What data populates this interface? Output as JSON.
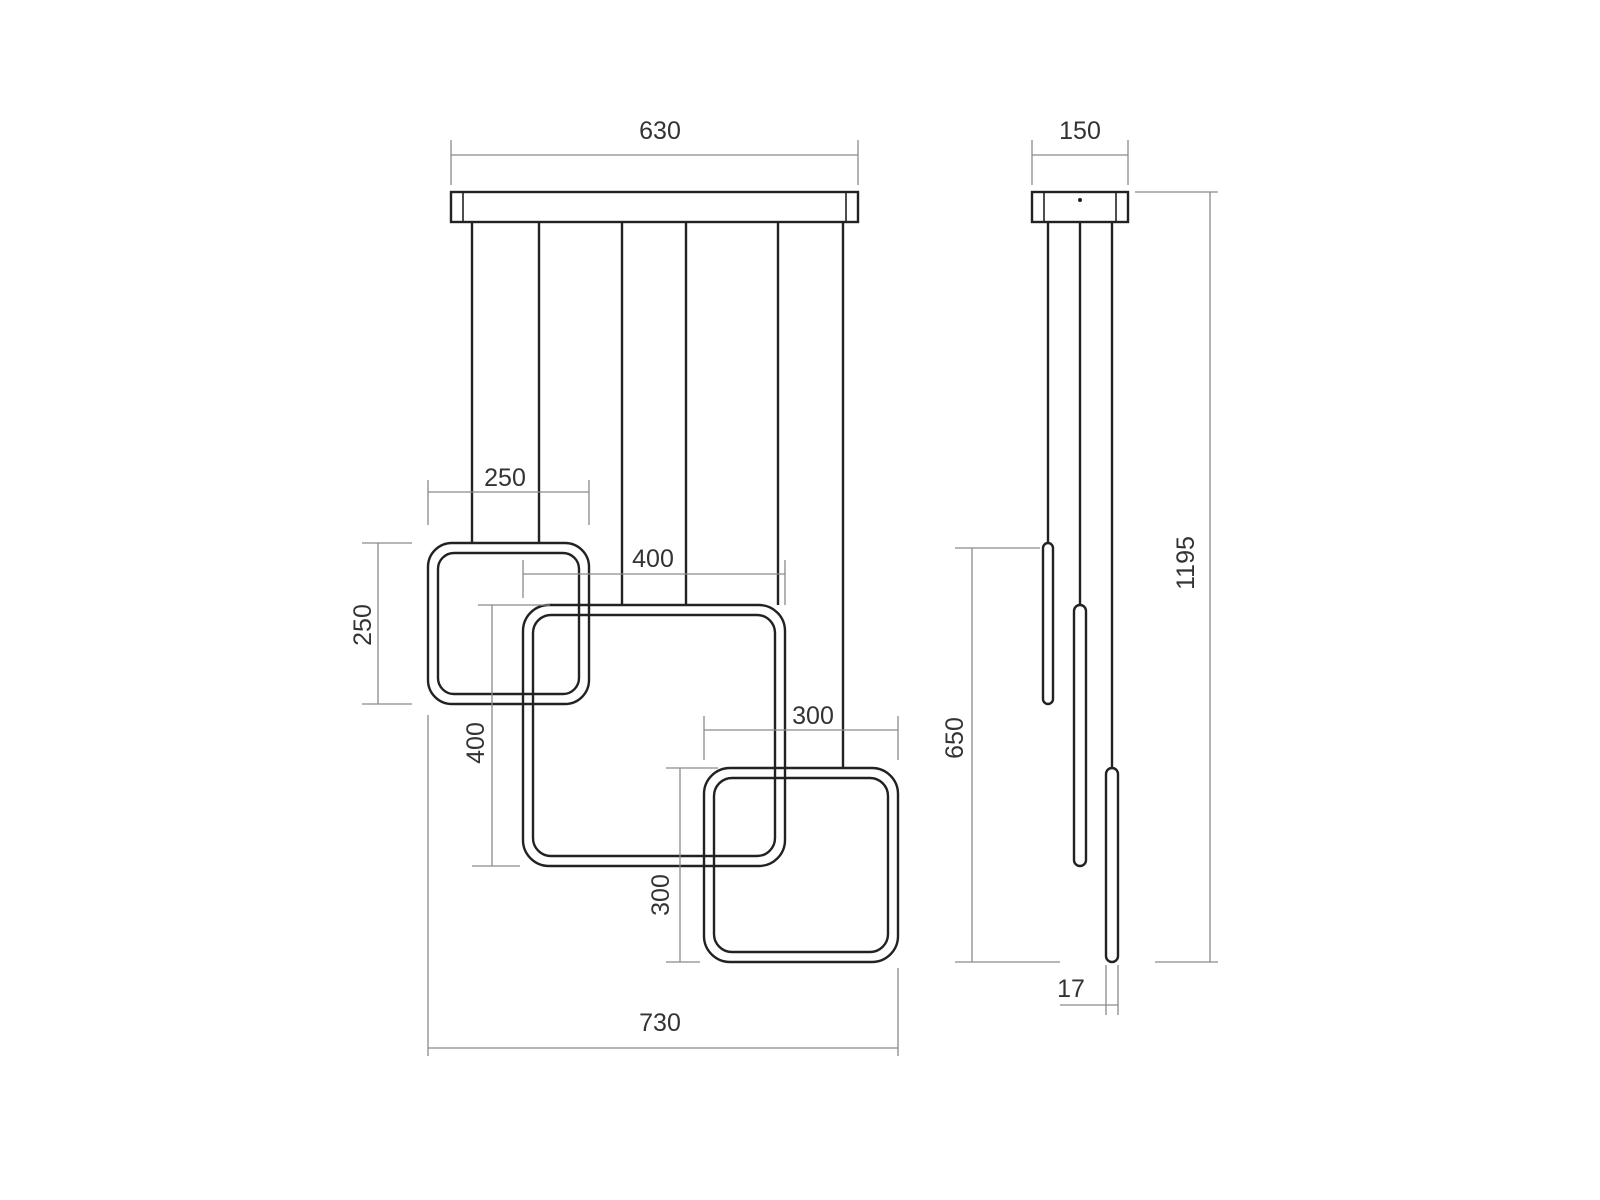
{
  "dimensions": {
    "canopy_width": "630",
    "canopy_depth": "150",
    "total_height": "1195",
    "small_ring_width": "250",
    "small_ring_height": "250",
    "medium_ring_width": "400",
    "medium_ring_height": "400",
    "large_ring_width": "300",
    "large_ring_height": "300",
    "total_width": "730",
    "drop_height": "650",
    "ring_profile": "17"
  }
}
